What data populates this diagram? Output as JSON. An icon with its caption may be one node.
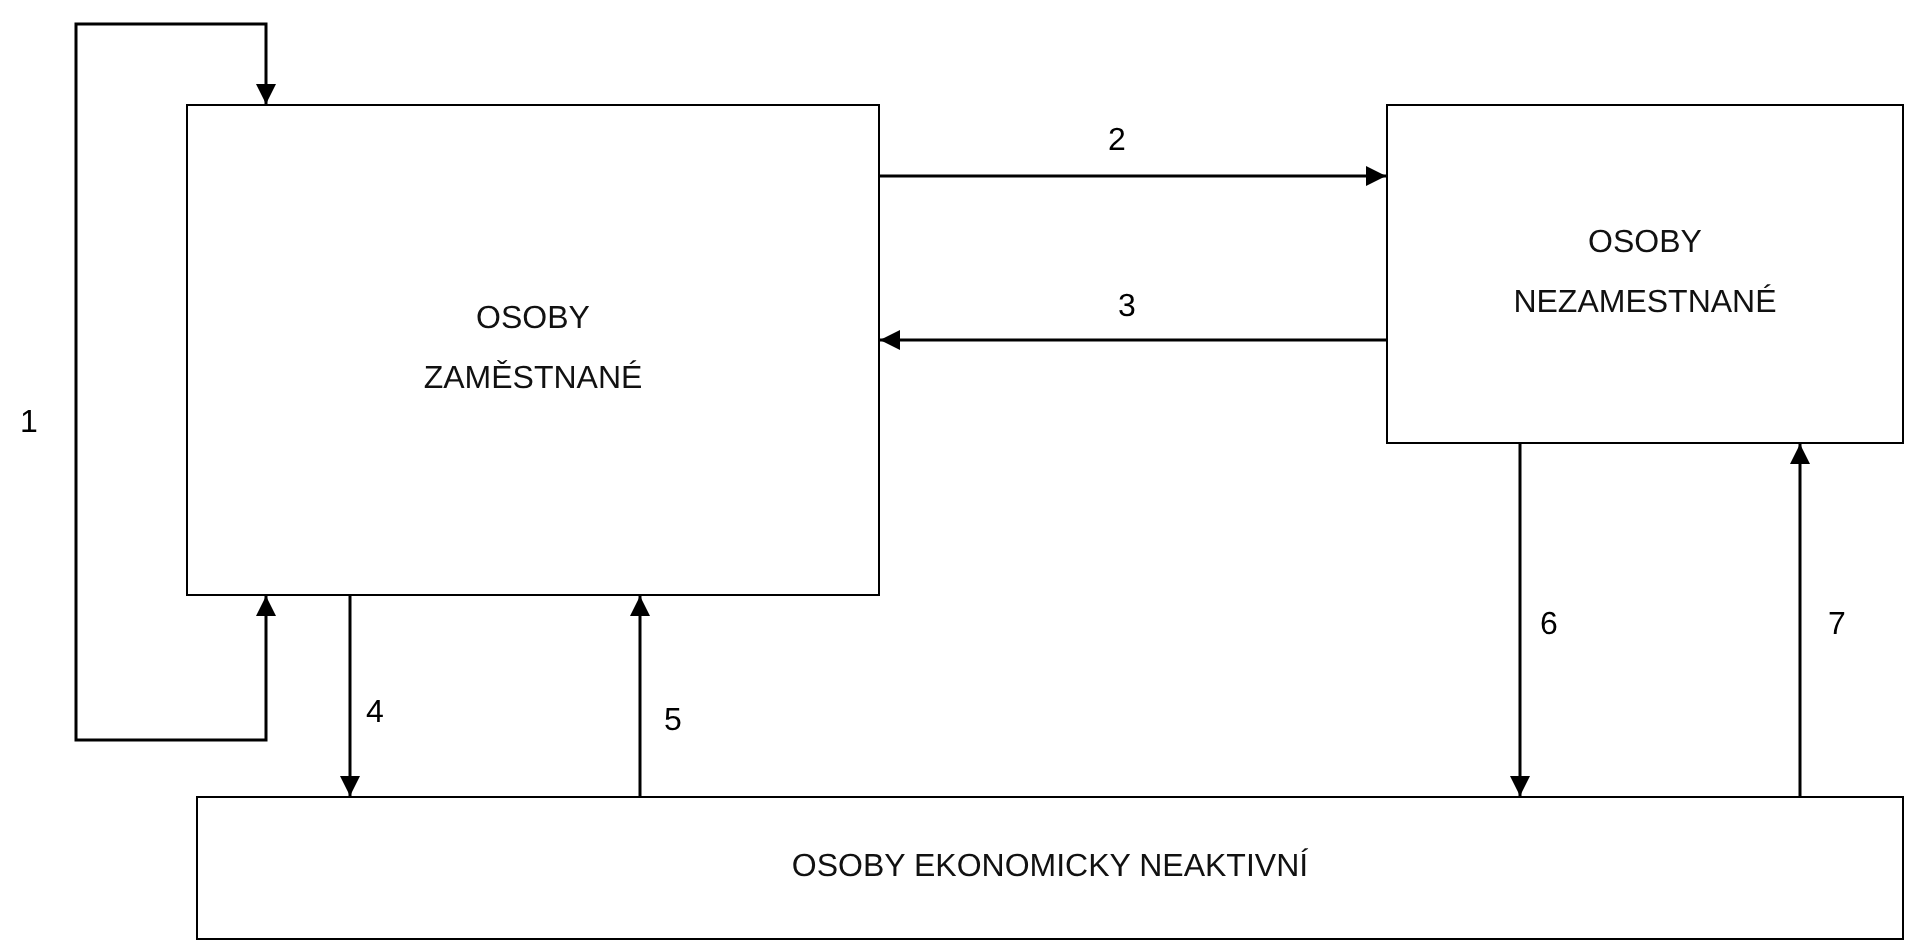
{
  "diagram": {
    "nodes": [
      {
        "text": [
          "OSOBY ZAMĚSTNANÉ"
        ]
      },
      {
        "text": [
          "OSOBY NEZAMESTNANÉ"
        ]
      },
      {
        "text": [
          "OSOBY EKONOMICKY NEAKTIVNÍ"
        ]
      }
    ],
    "edges": [
      {
        "from": 0,
        "to": 0,
        "arrow": "both",
        "label": "1"
      },
      {
        "from": 0,
        "to": 1,
        "arrow": "to",
        "label": "2"
      },
      {
        "from": 1,
        "to": 0,
        "arrow": "to",
        "label": "3"
      },
      {
        "from": 0,
        "to": 2,
        "arrow": "to",
        "label": "4"
      },
      {
        "from": 2,
        "to": 0,
        "arrow": "to",
        "label": "5"
      },
      {
        "from": 1,
        "to": 2,
        "arrow": "to",
        "label": "6"
      },
      {
        "from": 2,
        "to": 1,
        "arrow": "to",
        "label": "7"
      }
    ]
  }
}
